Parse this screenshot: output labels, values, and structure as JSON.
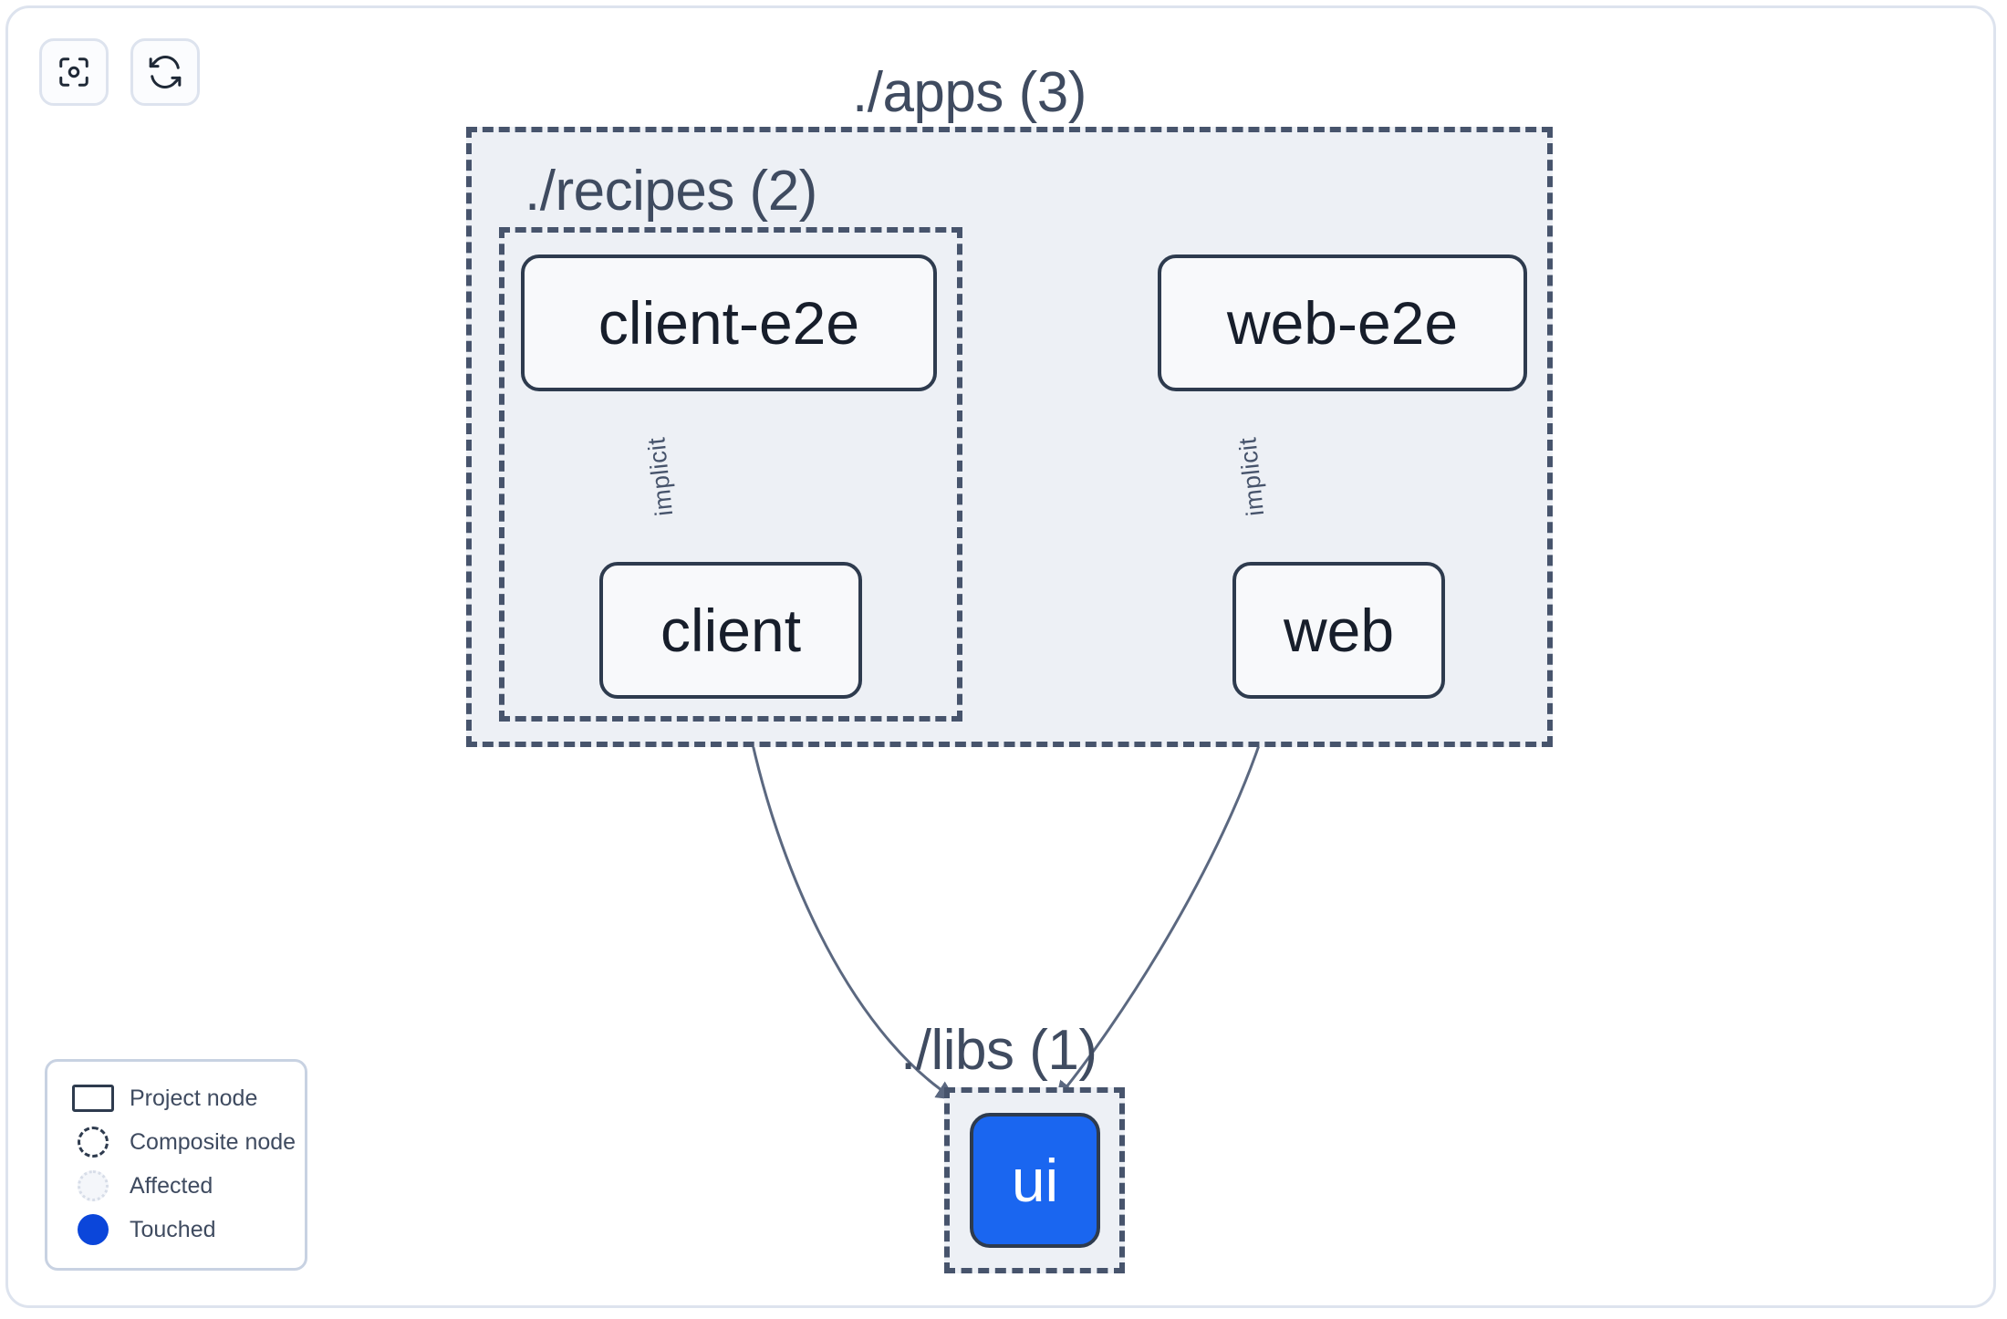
{
  "toolbar": {
    "buttons": [
      {
        "name": "focus-graph-button",
        "icon": "focus-target-icon",
        "label": "Focus graph"
      },
      {
        "name": "refresh-graph-button",
        "icon": "refresh-icon",
        "label": "Refresh graph"
      }
    ]
  },
  "graph": {
    "groups": [
      {
        "id": "apps",
        "label": "./apps (3)",
        "count": 3
      },
      {
        "id": "recipes",
        "label": "./recipes (2)",
        "count": 2
      },
      {
        "id": "libs",
        "label": "./libs (1)",
        "count": 1
      }
    ],
    "nodes": [
      {
        "id": "client-e2e",
        "label": "client-e2e",
        "group": "recipes",
        "state": "project"
      },
      {
        "id": "client",
        "label": "client",
        "group": "recipes",
        "state": "project"
      },
      {
        "id": "web-e2e",
        "label": "web-e2e",
        "group": "apps",
        "state": "project"
      },
      {
        "id": "web",
        "label": "web",
        "group": "apps",
        "state": "project"
      },
      {
        "id": "ui",
        "label": "ui",
        "group": "libs",
        "state": "touched"
      }
    ],
    "edges": [
      {
        "from": "client-e2e",
        "to": "client",
        "label": "implicit"
      },
      {
        "from": "web-e2e",
        "to": "web",
        "label": "implicit"
      },
      {
        "from": "client",
        "to": "ui",
        "label": ""
      },
      {
        "from": "web",
        "to": "ui",
        "label": ""
      }
    ]
  },
  "legend": {
    "items": [
      {
        "swatch": "project-node-swatch",
        "label": "Project node"
      },
      {
        "swatch": "composite-node-swatch",
        "label": "Composite node"
      },
      {
        "swatch": "affected-swatch",
        "label": "Affected"
      },
      {
        "swatch": "touched-swatch",
        "label": "Touched"
      }
    ]
  },
  "colors": {
    "touched": "#0b46da",
    "node_touched_fill": "#1a66f0",
    "node_border": "#2e3b4e",
    "group_fill": "#edf0f5",
    "group_border": "#47546c",
    "edge": "#5b6880",
    "canvas": "#ffffff"
  }
}
